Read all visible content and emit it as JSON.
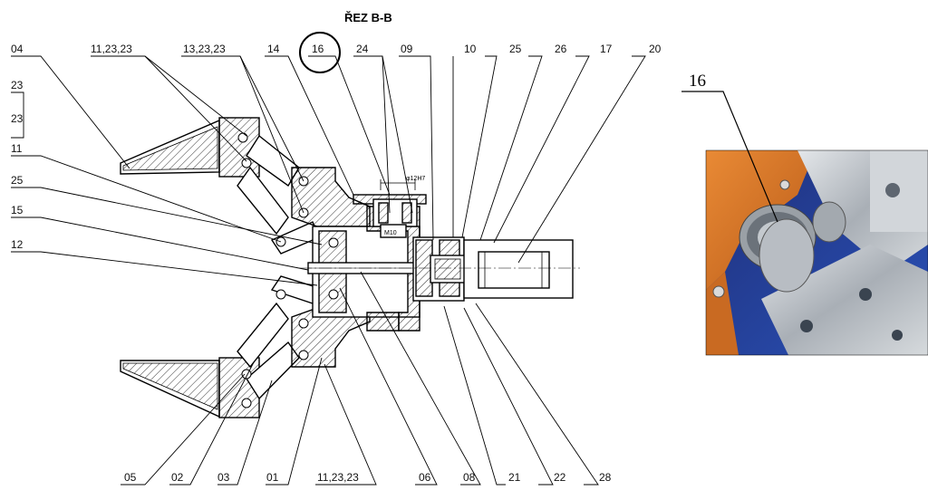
{
  "section_title": "ŘEZ B-B",
  "dimension_labels": {
    "bore": "φ12H7",
    "thread": "M10"
  },
  "callouts": {
    "top": [
      "11,23,23",
      "13,23,23",
      "14",
      "16",
      "24",
      "09",
      "10",
      "25",
      "26",
      "17",
      "20"
    ],
    "left": [
      "04",
      "23",
      "23",
      "11",
      "25",
      "15",
      "12"
    ],
    "bottom": [
      "05",
      "02",
      "03",
      "01",
      "11,23,23",
      "06",
      "08",
      "21",
      "22",
      "28"
    ]
  },
  "highlighted_callout": "16",
  "photo": {
    "label": "16"
  },
  "colors": {
    "line": "#000000",
    "hatch": "#000000",
    "photo_orange": "#d9772a",
    "photo_blue": "#1d3a8f",
    "photo_metal": "#b9bec4"
  }
}
